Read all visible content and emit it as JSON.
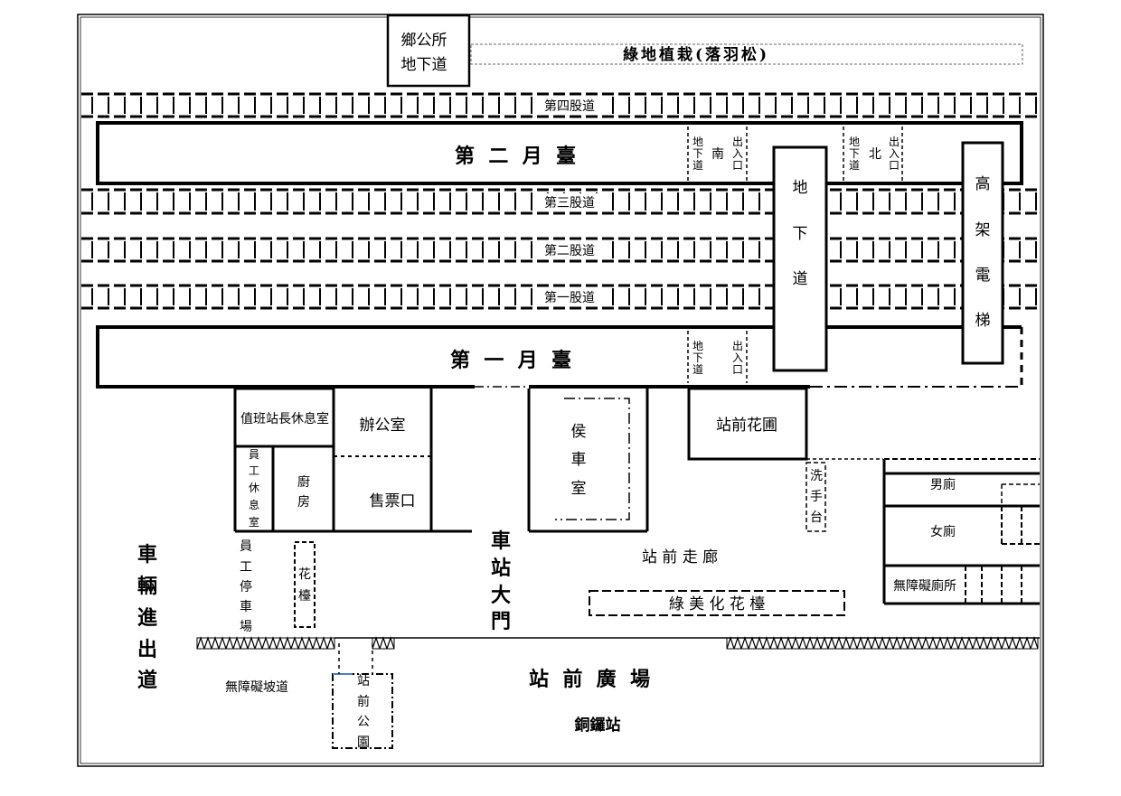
{
  "title": "銅鑼站",
  "labels": {
    "township_underpass": [
      "鄉公所",
      "地下道"
    ],
    "greenbelt": "綠地植栽(落羽松)",
    "track4": "第四股道",
    "track3": "第三股道",
    "track2": "第二股道",
    "track1": "第一股道",
    "platform2": "第  二  月  臺",
    "platform1": "第  一  月  臺",
    "underpass_exit_label": [
      "地",
      "下",
      "道"
    ],
    "south": "南",
    "north": "北",
    "exit_entrance": [
      "出",
      "入",
      "口"
    ],
    "underpass": [
      "地",
      "下",
      "道"
    ],
    "elevator": [
      "高",
      "架",
      "電",
      "梯"
    ],
    "duty_room": "值班站長休息室",
    "office": "辦公室",
    "ticket": "售票口",
    "kitchen": [
      "廚",
      "房"
    ],
    "staff_rest": [
      "員",
      "工",
      "休",
      "息",
      "室"
    ],
    "waiting_room": [
      "侯",
      "車",
      "室"
    ],
    "front_garden": "站前花圃",
    "wash_basin": [
      "洗",
      "手",
      "台"
    ],
    "mens": "男廁",
    "womens": "女廁",
    "accessible_toilet": "無障礙廁所",
    "vehicle_lane": [
      "車",
      "輛",
      "進",
      "出",
      "道"
    ],
    "staff_parking": [
      "員",
      "工",
      "停",
      "車",
      "場"
    ],
    "flower_bed": [
      "花",
      "檯"
    ],
    "main_gate": [
      "車",
      "站",
      "大",
      "門"
    ],
    "front_corridor": "站 前 走 廊",
    "green_bed": "綠 美 化 花 檯",
    "accessible_ramp": "無障礙坡道",
    "front_park": [
      "站",
      "前",
      "公",
      "園"
    ],
    "front_plaza": "站  前  廣  場"
  }
}
